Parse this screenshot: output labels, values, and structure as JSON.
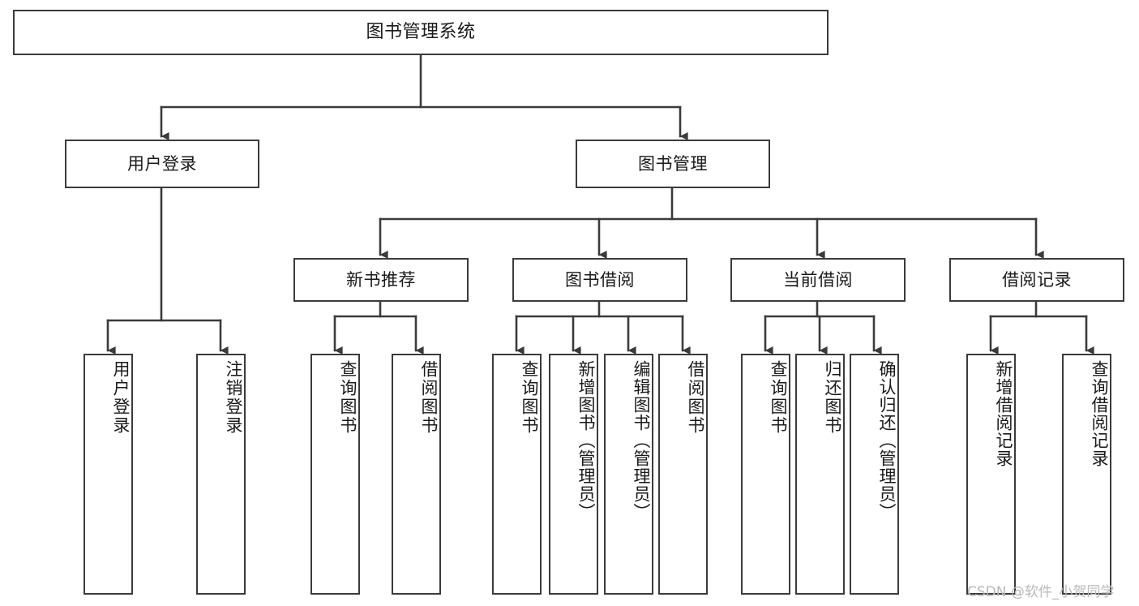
{
  "diagram": {
    "title": "图书管理系统",
    "type": "tree-hierarchy-diagram",
    "watermark": "CSDN @软件_小贺同学",
    "colors": {
      "stroke": "#3b3b3b",
      "fill": "#ffffff",
      "text": "#1a1a1a",
      "watermark": "#b9b9b9",
      "background": "#ffffff"
    },
    "root": {
      "label": "图书管理系统"
    },
    "level2": [
      {
        "label": "用户登录"
      },
      {
        "label": "图书管理"
      }
    ],
    "level3": [
      {
        "label": "新书推荐"
      },
      {
        "label": "图书借阅"
      },
      {
        "label": "当前借阅"
      },
      {
        "label": "借阅记录"
      }
    ],
    "leaves": {
      "user_login": [
        {
          "label": "用户登录"
        },
        {
          "label": "注销登录"
        }
      ],
      "new_book_recommend": [
        {
          "label": "查询图书"
        },
        {
          "label": "借阅图书"
        }
      ],
      "book_borrow": [
        {
          "label": "查询图书"
        },
        {
          "label": "新增图书（管理员）"
        },
        {
          "label": "编辑图书（管理员）"
        },
        {
          "label": "借阅图书"
        }
      ],
      "current_borrow": [
        {
          "label": "查询图书"
        },
        {
          "label": "归还图书"
        },
        {
          "label": "确认归还（管理员）"
        }
      ],
      "borrow_record": [
        {
          "label": "新增借阅记录"
        },
        {
          "label": "查询借阅记录"
        }
      ]
    }
  }
}
